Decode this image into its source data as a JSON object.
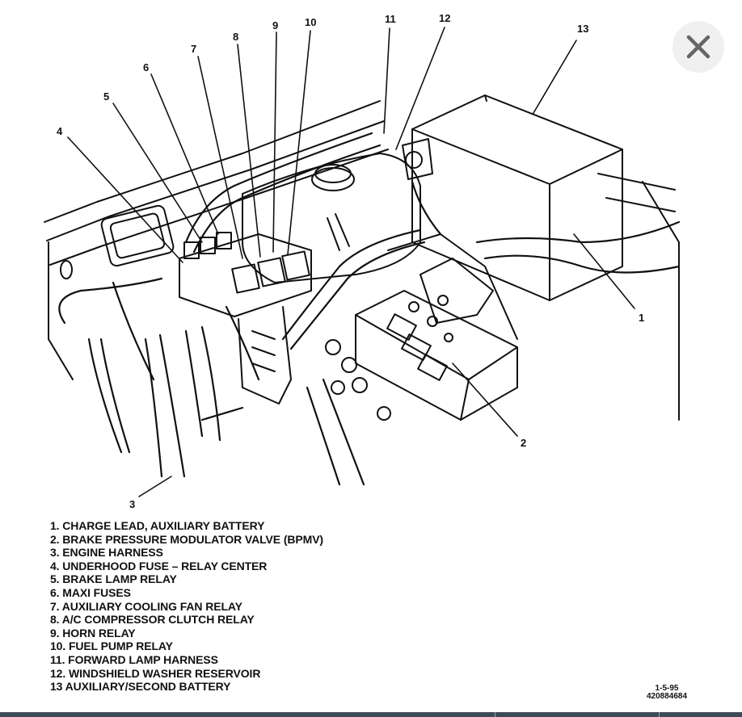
{
  "diagram": {
    "callout_numbers": [
      "1",
      "2",
      "3",
      "4",
      "5",
      "6",
      "7",
      "8",
      "9",
      "10",
      "11",
      "12",
      "13"
    ],
    "legend": [
      "1. CHARGE LEAD, AUXILIARY BATTERY",
      "2. BRAKE PRESSURE MODULATOR VALVE (BPMV)",
      "3. ENGINE HARNESS",
      "4. UNDERHOOD FUSE  –  RELAY CENTER",
      "5. BRAKE LAMP RELAY",
      "6. MAXI FUSES",
      "7. AUXILIARY COOLING FAN RELAY",
      "8. A/C COMPRESSOR CLUTCH RELAY",
      "9. HORN RELAY",
      "10. FUEL PUMP RELAY",
      "11. FORWARD LAMP HARNESS",
      "12. WINDSHIELD WASHER RESERVOIR",
      "13  AUXILIARY/SECOND BATTERY"
    ],
    "reference": {
      "date": "1-5-95",
      "part_number": "420884684"
    }
  },
  "viewer": {
    "close_icon": "close-icon",
    "background_color": "#ffffff",
    "chrome_color": "#3f4a57"
  }
}
